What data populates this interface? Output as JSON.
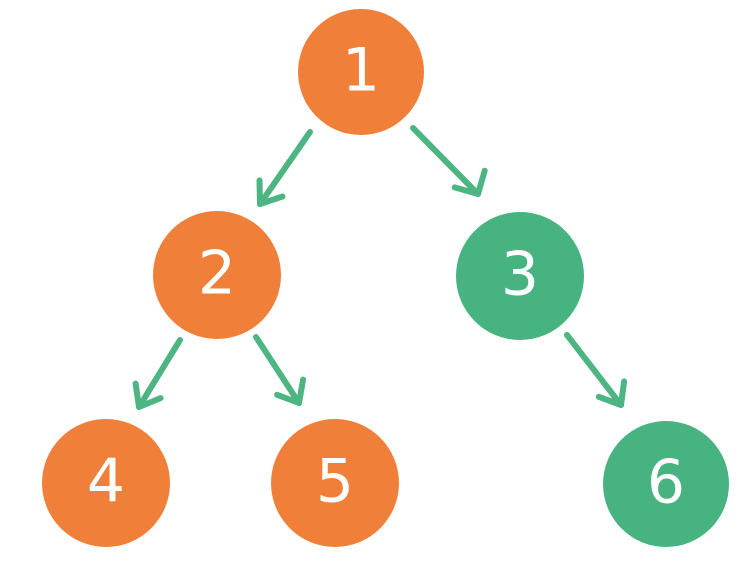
{
  "colors": {
    "orange": "#F08039",
    "green": "#46B381",
    "arrow": "#4DB582",
    "background": "#FFFFFF",
    "label": "#FFFFFF"
  },
  "tree": {
    "nodes": [
      {
        "id": "n1",
        "label": "1",
        "color": "orange"
      },
      {
        "id": "n2",
        "label": "2",
        "color": "orange"
      },
      {
        "id": "n3",
        "label": "3",
        "color": "green"
      },
      {
        "id": "n4",
        "label": "4",
        "color": "orange"
      },
      {
        "id": "n5",
        "label": "5",
        "color": "orange"
      },
      {
        "id": "n6",
        "label": "6",
        "color": "green"
      }
    ],
    "edges": [
      {
        "from": "1",
        "to": "2"
      },
      {
        "from": "1",
        "to": "3"
      },
      {
        "from": "2",
        "to": "4"
      },
      {
        "from": "2",
        "to": "5"
      },
      {
        "from": "3",
        "to": "6"
      }
    ]
  }
}
